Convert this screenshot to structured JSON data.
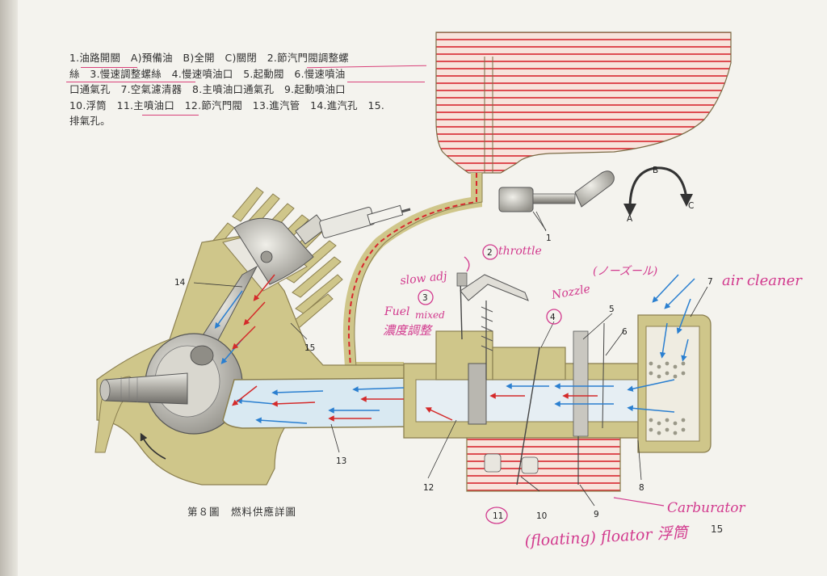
{
  "legend_lines": [
    "1.油路開關　A)預備油　B)全開　C)關閉　2.節汽門閥調整螺",
    "絲　3.慢速調整螺絲　4.慢速噴油口　5.起動閥　6.慢速噴油",
    "口通氣孔　7.空氣濾清器　8.主噴油口通氣孔　9.起動噴油口",
    "10.浮筒　11.主噴油口　12.節汽門閥　13.進汽管　14.進汽孔　15.",
    "排氣孔。"
  ],
  "caption": "第８圖　燃料供應詳圖",
  "page_number": "15",
  "callouts": [
    "1",
    "2",
    "3",
    "4",
    "5",
    "6",
    "7",
    "8",
    "9",
    "10",
    "11",
    "12",
    "13",
    "14",
    "15"
  ],
  "rotation_labels": {
    "a": "A",
    "b": "B",
    "c": "C"
  },
  "handwritten": {
    "throttle": "throttle",
    "slow_adj": "slow adj",
    "nozzle_jp": "(ノーズール)",
    "nozzle": "Nozzle",
    "air_cleaner": "air cleaner",
    "fuel_mixed_1": "Fuel",
    "fuel_mixed_2": "mixed",
    "fuel_cn": "濃度調整",
    "carburator": "Carburator",
    "floating": "(floating) floator 浮筒"
  },
  "colors": {
    "casting": "#cfc68a",
    "casting_edge": "#8c8050",
    "fuel": "#d8262e",
    "fuel_bg": "#f6e2d8",
    "air": "#2a7fd0",
    "mixture": "#d42a2a",
    "ink": "#d23a8e",
    "metal": "#b9b7b0"
  }
}
